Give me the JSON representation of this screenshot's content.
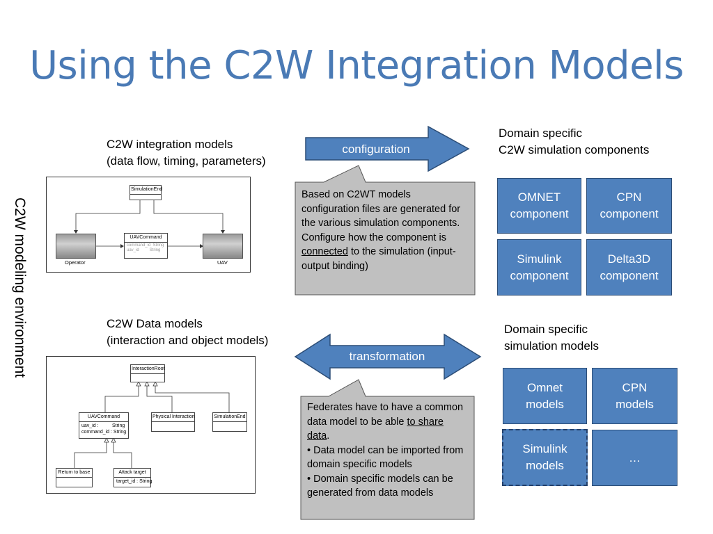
{
  "slide": {
    "title": "Using the C2W Integration Models",
    "side_label": "C2W modeling environment"
  },
  "top": {
    "left_heading": "C2W integration models\n(data flow, timing, parameters)",
    "arrow_label": "configuration",
    "right_heading": "Domain specific\nC2W simulation components",
    "callout": {
      "line1": "Based on C2WT models configuration files are generated for the various simulation components.",
      "line2_before": "Configure how the component is ",
      "line2_link": "connected",
      "line2_after": " to the simulation (input-output binding)"
    },
    "components": [
      "OMNET\ncomponent",
      "CPN\ncomponent",
      "Simulink\ncomponent",
      "Delta3D\ncomponent"
    ],
    "diagram": {
      "sim_end": "SimulationEnd",
      "uav_command": "UAVCommand",
      "uav_command_attrs": "command_id  String\nuav_id         String",
      "operator": "Operator",
      "uav": "UAV"
    }
  },
  "bottom": {
    "left_heading": "C2W Data models\n(interaction and object models)",
    "arrow_label": "transformation",
    "right_heading": "Domain specific\nsimulation models",
    "callout": {
      "line1_before": "Federates have to have a common data model to be able ",
      "line1_link": "to share data",
      "line1_after": ".",
      "bullet1": "• Data model can be imported from domain specific models",
      "bullet2": "• Domain specific models can be generated from data models"
    },
    "models": [
      "Omnet\nmodels",
      "CPN\nmodels",
      "Simulink\nmodels",
      "…"
    ],
    "diagram": {
      "root": "InteractionRoot",
      "uav_command": "UAVCommand",
      "uav_attrs": "uav_id :          String\ncommand_id : String",
      "physical": "Physical Interaction",
      "sim_end": "SimulationEnd",
      "return": "Return to base",
      "attack": "Attack target",
      "attack_attrs": "target_id : String"
    }
  },
  "colors": {
    "accent": "#4f81bd",
    "title": "#4a7ab5",
    "callout_bg": "#c0c0c0"
  }
}
